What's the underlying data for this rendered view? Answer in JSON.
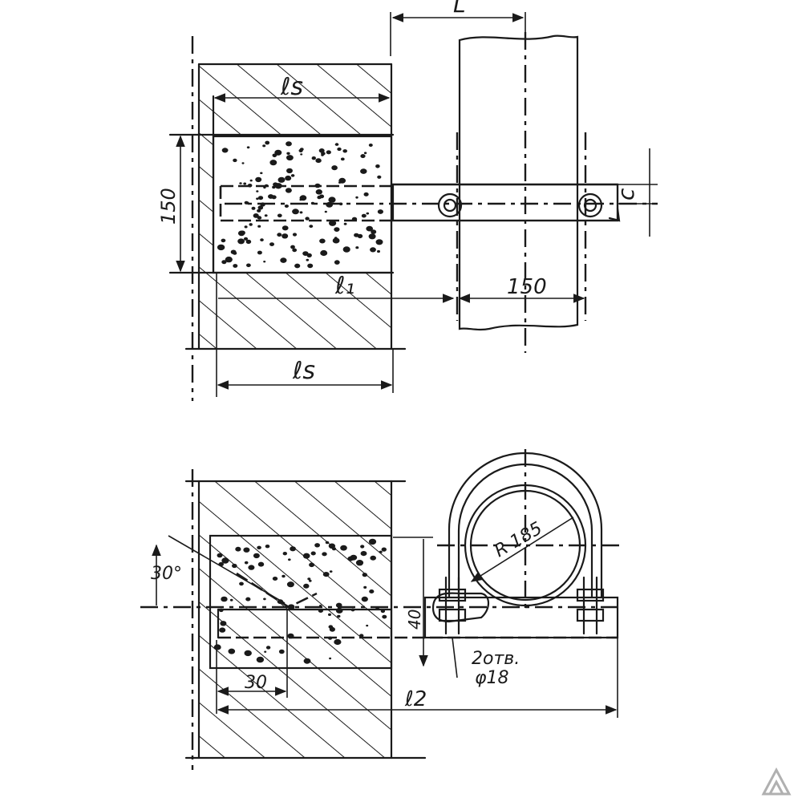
{
  "top_view": {
    "dim_L_label": "L",
    "dim_ls_top_label": "ℓs",
    "dim_150_vertical": "150",
    "dim_ll_label": "ℓ₁",
    "dim_150_horizontal": "150",
    "dim_c_label": "c",
    "dim_ls_bottom_label": "ℓs"
  },
  "bottom_view": {
    "angle_label": "30°",
    "radius_label": "R 185",
    "dim_40_label": "40",
    "holes_label_line1": "2отв.",
    "holes_label_line2": "φ18",
    "dim_30_label": "30",
    "dim_l2_label": "ℓ2"
  },
  "watermark": {
    "logo_icon": "triangle-logo-icon"
  }
}
